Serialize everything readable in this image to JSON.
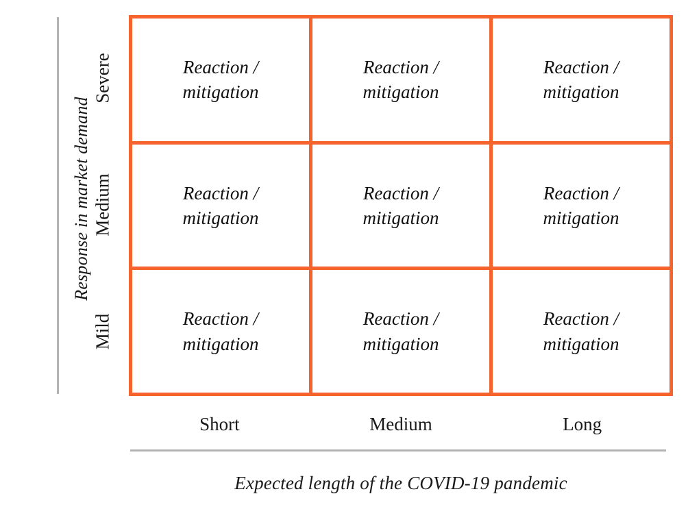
{
  "figure": {
    "type": "matrix",
    "background_color": "#ffffff",
    "accent_color": "#f4642c",
    "axis_line_color": "#b3b3b3",
    "text_color": "#111111"
  },
  "y_axis": {
    "title": "Response in market demand",
    "ticks": [
      {
        "label": "Severe"
      },
      {
        "label": "Medium"
      },
      {
        "label": "Mild"
      }
    ]
  },
  "x_axis": {
    "title": "Expected length of the COVID-19 pandemic",
    "ticks": [
      {
        "label": "Short"
      },
      {
        "label": "Medium"
      },
      {
        "label": "Long"
      }
    ]
  },
  "chart_data": {
    "type": "table",
    "title": "",
    "xlabel": "Expected length of the COVID-19 pandemic",
    "ylabel": "Response in market demand",
    "categories": [
      "Short",
      "Medium",
      "Long"
    ],
    "row_categories": [
      "Severe",
      "Medium",
      "Mild"
    ],
    "grid": true,
    "legend": "none",
    "cells": [
      [
        {
          "row": "Severe",
          "col": "Short",
          "text": "Reaction /\nmitigation"
        },
        {
          "row": "Severe",
          "col": "Medium",
          "text": "Reaction /\nmitigation"
        },
        {
          "row": "Severe",
          "col": "Long",
          "text": "Reaction /\nmitigation"
        }
      ],
      [
        {
          "row": "Medium",
          "col": "Short",
          "text": "Reaction /\nmitigation"
        },
        {
          "row": "Medium",
          "col": "Medium",
          "text": "Reaction /\nmitigation"
        },
        {
          "row": "Medium",
          "col": "Long",
          "text": "Reaction /\nmitigation"
        }
      ],
      [
        {
          "row": "Mild",
          "col": "Short",
          "text": "Reaction /\nmitigation"
        },
        {
          "row": "Mild",
          "col": "Medium",
          "text": "Reaction /\nmitigation"
        },
        {
          "row": "Mild",
          "col": "Long",
          "text": "Reaction /\nmitigation"
        }
      ]
    ]
  }
}
